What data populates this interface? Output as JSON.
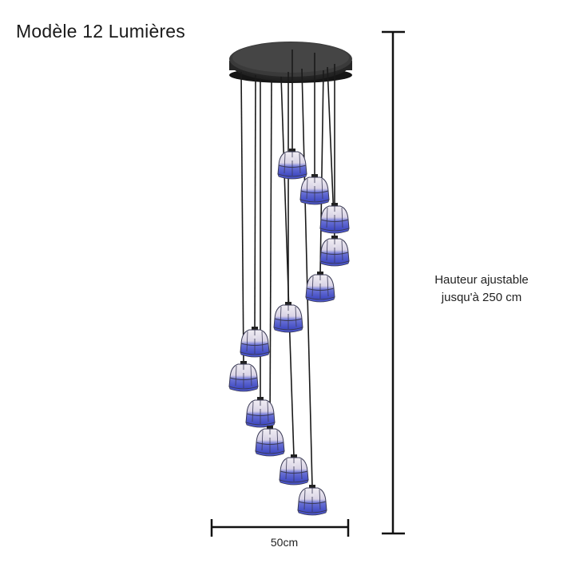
{
  "title": "Modèle 12 Lumières",
  "dimensions": {
    "height_line1": "Hauteur ajustable",
    "height_line2": "jusqu'à 250 cm",
    "width": "50cm"
  },
  "product": {
    "lights_count": 12,
    "canopy_color": "#2b2b2b",
    "shade_colors": {
      "glass_blue": "#4a55c8",
      "glass_white": "#e9e6ee",
      "lead": "#3a3a55"
    }
  }
}
